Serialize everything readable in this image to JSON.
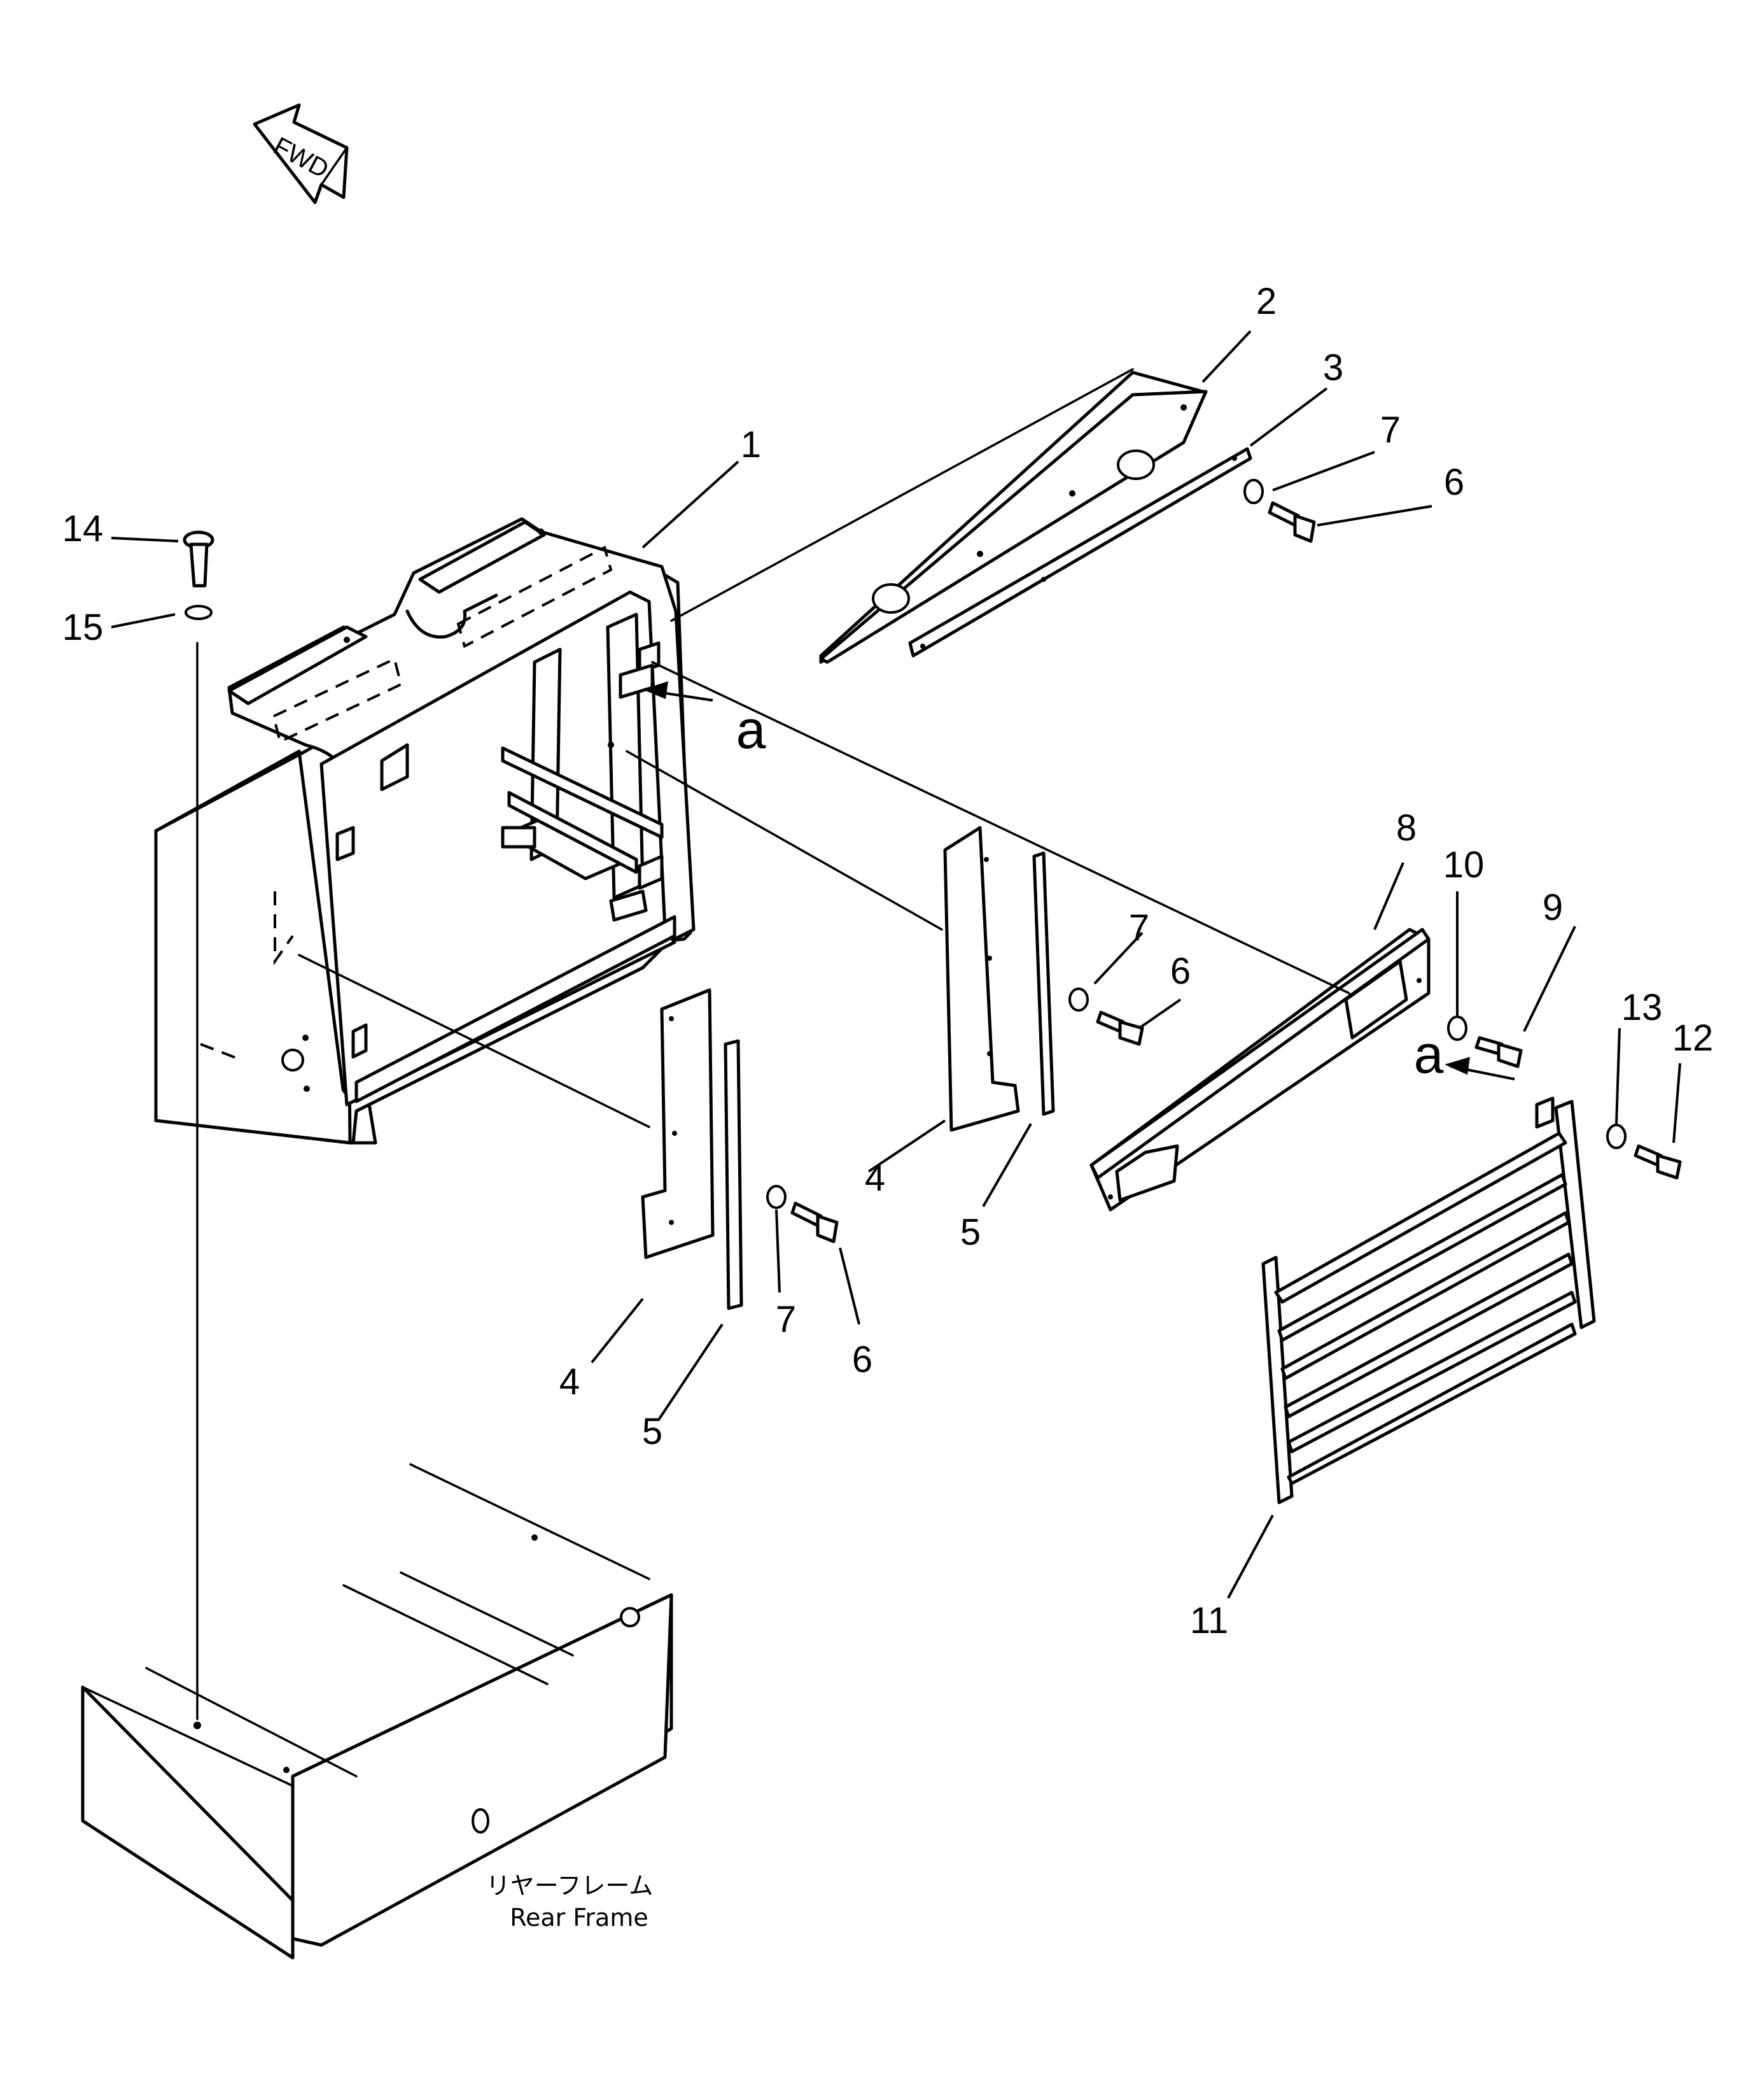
{
  "direction_arrow": {
    "label": "FWD"
  },
  "callouts": {
    "c1": "1",
    "c2": "2",
    "c3": "3",
    "c4a": "4",
    "c4b": "4",
    "c5a": "5",
    "c5b": "5",
    "c6a": "6",
    "c6b": "6",
    "c6c": "6",
    "c7a": "7",
    "c7b": "7",
    "c7c": "7",
    "c8": "8",
    "c9": "9",
    "c10": "10",
    "c11": "11",
    "c12": "12",
    "c13": "13",
    "c14": "14",
    "c15": "15"
  },
  "view_markers": {
    "a_upper": "a",
    "a_lower": "a"
  },
  "rear_frame": {
    "label_jp": "リヤーフレーム",
    "label_en": "Rear Frame"
  }
}
